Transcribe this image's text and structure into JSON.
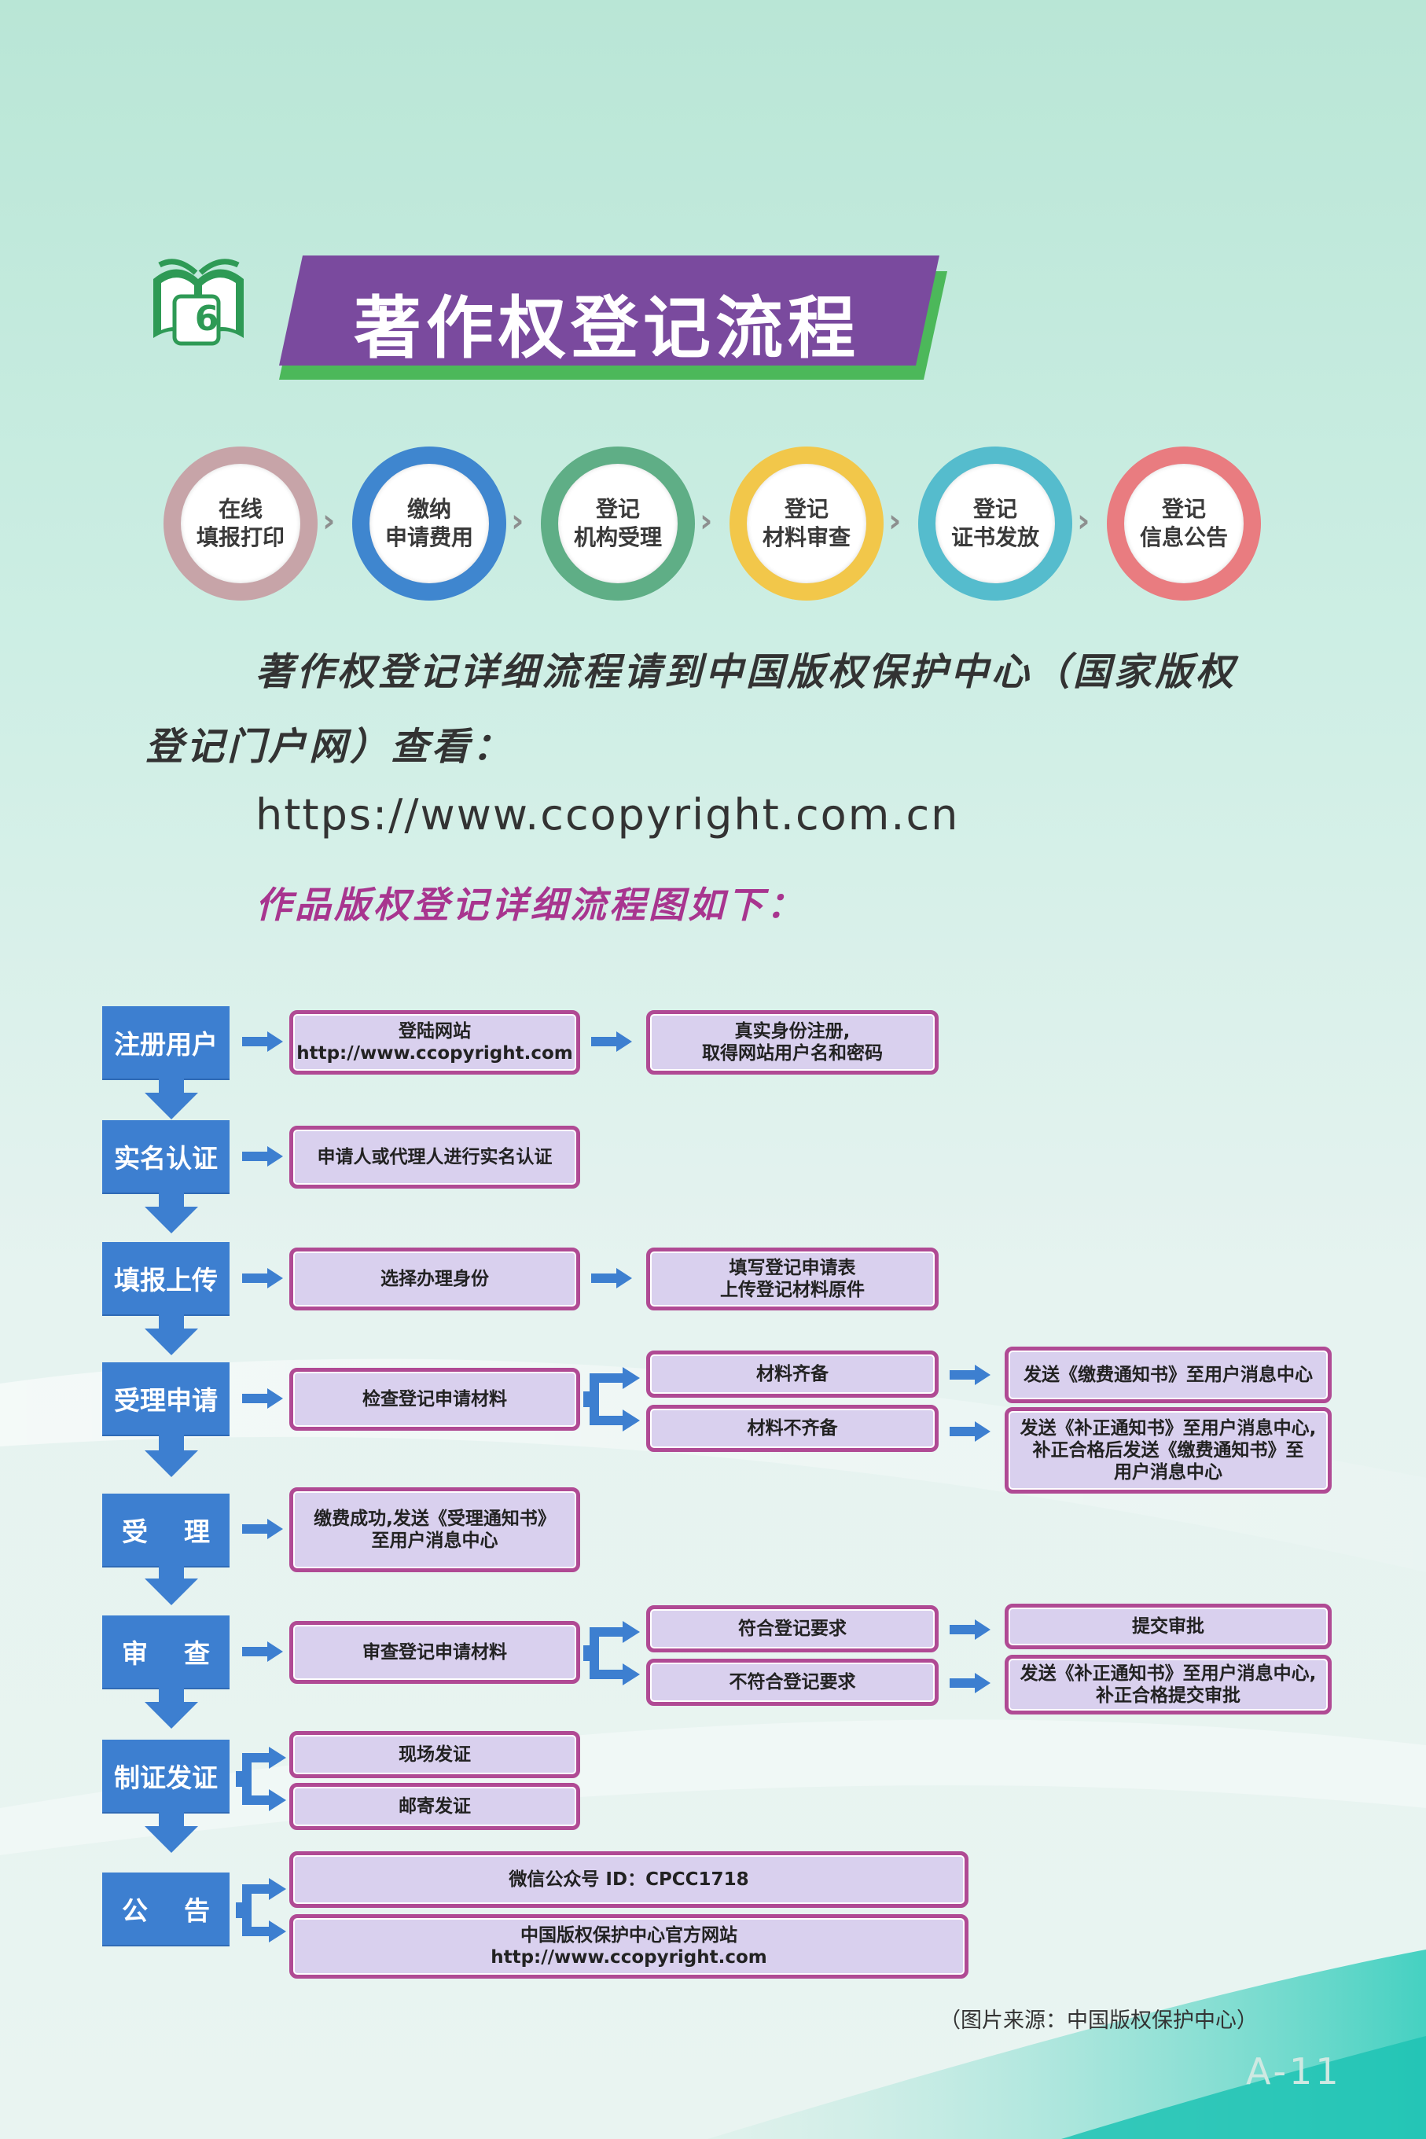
{
  "header": {
    "badge_number": "6",
    "title": "著作权登记流程"
  },
  "steps": [
    {
      "label": "在线\n填报打印",
      "color": "#c7a4a8"
    },
    {
      "label": "缴纳\n申请费用",
      "color": "#3f86cf"
    },
    {
      "label": "登记\n机构受理",
      "color": "#5fae86"
    },
    {
      "label": "登记\n材料审查",
      "color": "#f2c74a"
    },
    {
      "label": "登记\n证书发放",
      "color": "#55bccd"
    },
    {
      "label": "登记\n信息公告",
      "color": "#e97c80"
    }
  ],
  "step_separator": "›",
  "intro": {
    "line1": "著作权登记详细流程请到中国版权保护中心（国家版权",
    "line2": "登记门户网）查看：",
    "url": "https://www.ccopyright.com.cn",
    "subhead": "作品版权登记详细流程图如下："
  },
  "flow": {
    "stages": [
      "注册用户",
      "实名认证",
      "填报上传",
      "受理申请",
      "受    理",
      "审    查",
      "制证发证",
      "公    告"
    ],
    "boxes": {
      "register_site": "登陆网站\nhttp://www.ccopyright.com",
      "register_real": "真实身份注册,\n取得网站用户名和密码",
      "verify": "申请人或代理人进行实名认证",
      "upload_identity": "选择办理身份",
      "upload_fill": "填写登记申请表\n上传登记材料原件",
      "apply_check": "检查登记申请材料",
      "apply_complete": "材料齐备",
      "apply_incomplete": "材料不齐备",
      "apply_fee_notice": "发送《缴费通知书》至用户消息中心",
      "apply_fix_notice": "发送《补正通知书》至用户消息中心,\n补正合格后发送《缴费通知书》至\n用户消息中心",
      "accept": "缴费成功,发送《受理通知书》\n至用户消息中心",
      "review_check": "审查登记申请材料",
      "review_ok": "符合登记要求",
      "review_not_ok": "不符合登记要求",
      "review_submit": "提交审批",
      "review_fix": "发送《补正通知书》至用户消息中心,\n补正合格提交审批",
      "issue_onsite": "现场发证",
      "issue_mail": "邮寄发证",
      "announce_wechat": "微信公众号 ID：CPCC1718",
      "announce_site": "中国版权保护中心官方网站\nhttp://www.ccopyright.com"
    }
  },
  "caption": "（图片来源：中国版权保护中心）",
  "page_number": "A-11"
}
